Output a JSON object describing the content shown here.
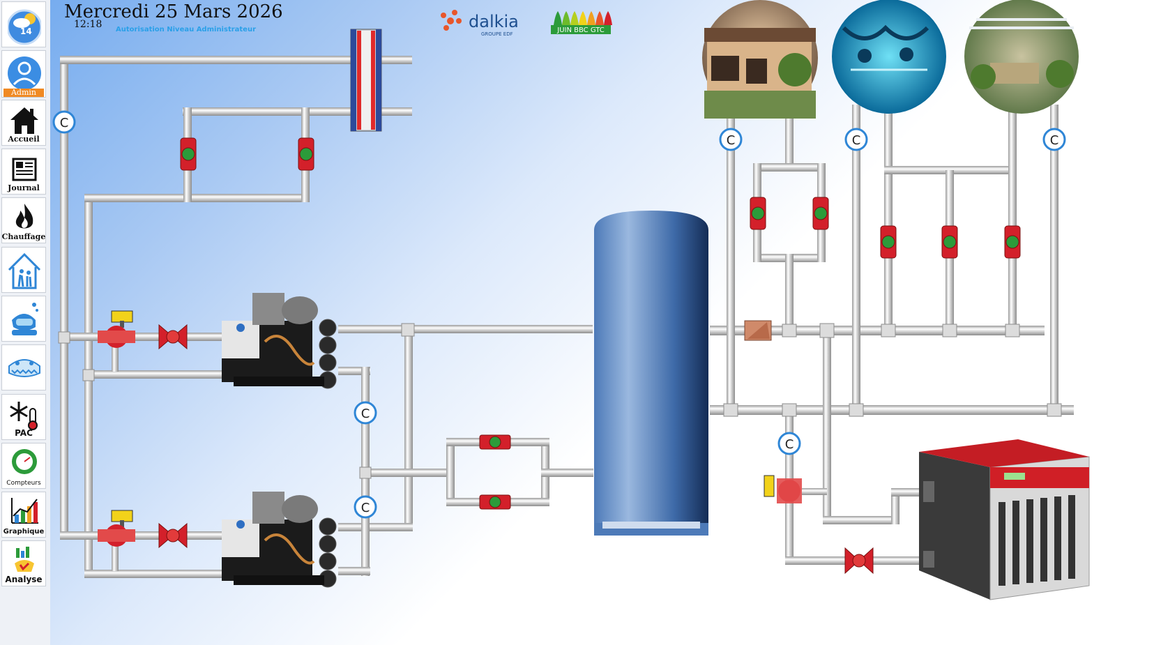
{
  "header": {
    "date": "Mercredi 25 Mars 2026",
    "time": "12:18",
    "authorization": "Autorisation Niveau Administrateur"
  },
  "weather": {
    "value": "14"
  },
  "user": {
    "label": "Admin"
  },
  "nav": {
    "accueil": "Accueil",
    "journal": "Journal",
    "chauffage": "Chauffage",
    "pac": "PAC",
    "compteurs": "Compteurs",
    "graphique": "Graphique",
    "analyse": "Analyse"
  },
  "logos": {
    "dalkia": "dalkia",
    "dalkia_sub": "GROUPE EDF",
    "juin": "JUIN BBC GTC"
  },
  "meter_symbol": "C",
  "colors": {
    "pipe": "#e9e9e9",
    "valve": "#d3202a",
    "tank": "#3f6fb0",
    "admin": "#f08a24",
    "accent": "#2aa0e8"
  }
}
